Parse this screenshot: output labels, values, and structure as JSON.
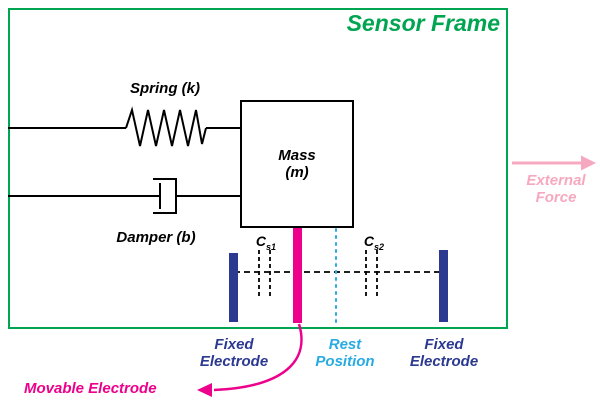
{
  "frame": {
    "title": "Sensor Frame"
  },
  "mass": {
    "line1": "Mass",
    "line2": "(m)"
  },
  "spring": {
    "label": "Spring (k)"
  },
  "damper": {
    "label": "Damper (b)"
  },
  "capacitors": {
    "cs1": {
      "symbol": "C",
      "sub": "s1"
    },
    "cs2": {
      "symbol": "C",
      "sub": "s2"
    }
  },
  "electrodes": {
    "fixed_left": "Fixed Electrode",
    "fixed_right": "Fixed Electrode",
    "movable": "Movable Electrode"
  },
  "rest_position": {
    "label": "Rest Position"
  },
  "external_force": {
    "line1": "External",
    "line2": "Force"
  },
  "colors": {
    "frame_green": "#00A551",
    "electrode_navy": "#2B3990",
    "movable_magenta": "#EC008C",
    "external_pink": "#F7A8C1",
    "rest_cyan": "#29ABE2",
    "ink_black": "#000000"
  }
}
